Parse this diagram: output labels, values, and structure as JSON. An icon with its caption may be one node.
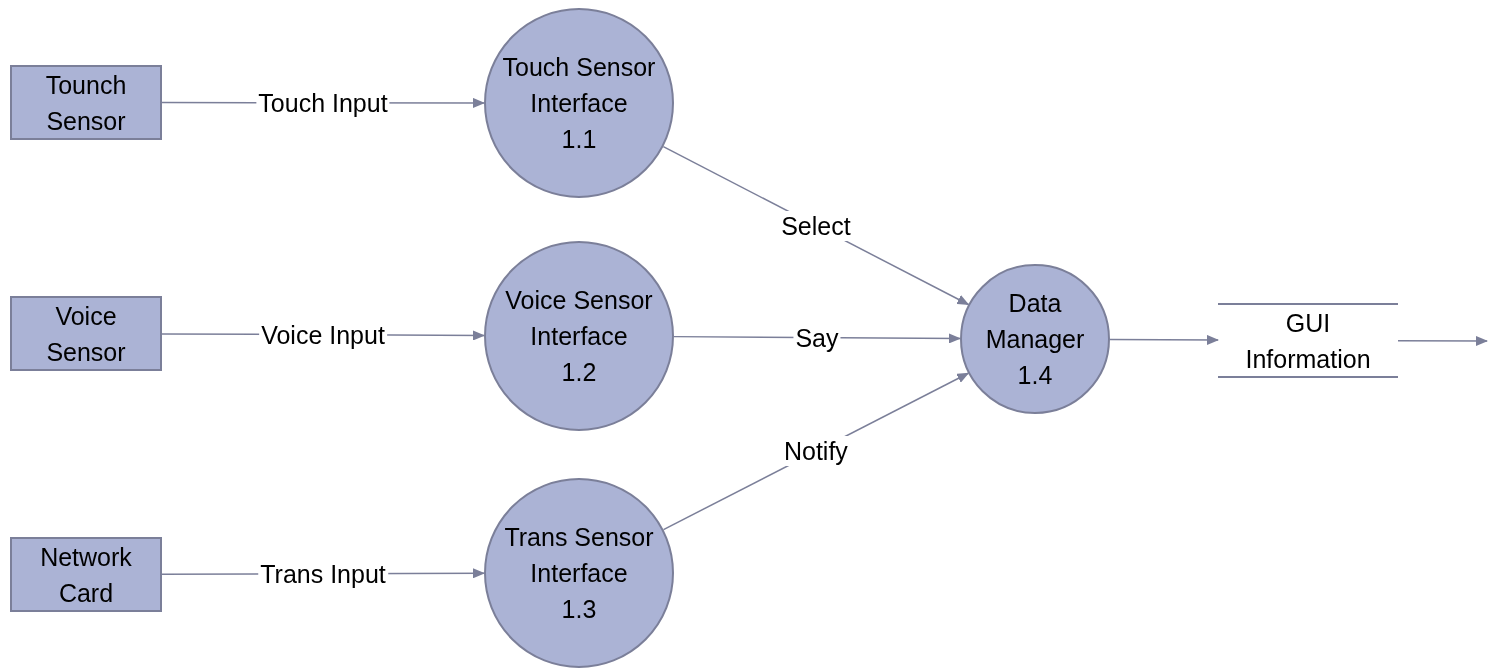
{
  "diagram": {
    "nodes": [
      {
        "text": [
          "Tounch Sensor"
        ]
      },
      {
        "text": [
          "Voice Sensor"
        ]
      },
      {
        "text": [
          "Network Card"
        ]
      },
      {
        "text": [
          "Touch Sensor Interface",
          "1.1"
        ]
      },
      {
        "text": [
          "Voice Sensor Interface",
          "1.2"
        ]
      },
      {
        "text": [
          "Trans Sensor Interface",
          "1.3"
        ]
      },
      {
        "text": [
          "Data Manager",
          "1.4"
        ]
      },
      {
        "text": [
          "GUI Information"
        ]
      }
    ],
    "edges": [
      {
        "from": 0,
        "to": 3,
        "arrow": "to",
        "label": "Touch Input"
      },
      {
        "from": 1,
        "to": 4,
        "arrow": "to",
        "label": "Voice Input"
      },
      {
        "from": 2,
        "to": 5,
        "arrow": "to",
        "label": "Trans Input"
      },
      {
        "from": 3,
        "to": 6,
        "arrow": "to",
        "label": "Select"
      },
      {
        "from": 4,
        "to": 6,
        "arrow": "to",
        "label": "Say"
      },
      {
        "from": 5,
        "to": 6,
        "arrow": "to",
        "label": "Notify"
      },
      {
        "from": 6,
        "to": 7,
        "arrow": "to"
      },
      {
        "from": 7,
        "to": null,
        "arrow": "to"
      }
    ]
  }
}
